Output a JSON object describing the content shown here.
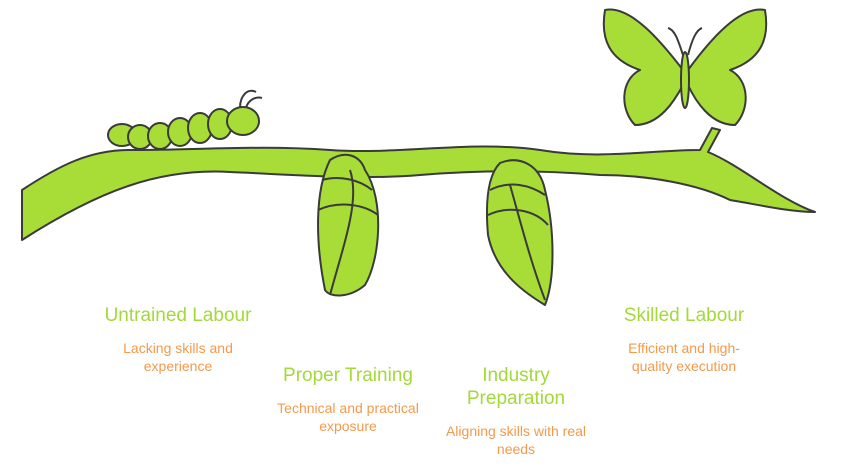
{
  "colors": {
    "green": "#a8dd38",
    "outline": "#3a3a3a",
    "title": "#a3d93a",
    "desc": "#f5994a"
  },
  "stages": [
    {
      "title": "Untrained Labour",
      "description": "Lacking skills and experience",
      "icon": "caterpillar-icon"
    },
    {
      "title": "Proper Training",
      "description": "Technical and practical exposure",
      "icon": "cocoon-icon"
    },
    {
      "title": "Industry Preparation",
      "description": "Aligning skills with real needs",
      "icon": "chrysalis-icon"
    },
    {
      "title": "Skilled Labour",
      "description": "Efficient and high-quality execution",
      "icon": "butterfly-icon"
    }
  ]
}
